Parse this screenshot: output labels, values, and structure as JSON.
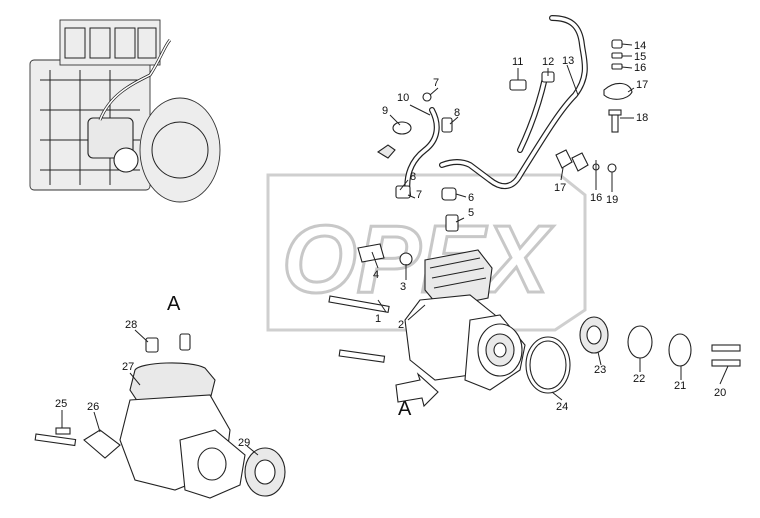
{
  "watermark": "OPEX",
  "view_label_top": "A",
  "view_label_bottom": "A",
  "callouts": [
    "1",
    "2",
    "3",
    "4",
    "5",
    "6",
    "7",
    "7",
    "8",
    "8",
    "9",
    "10",
    "11",
    "12",
    "13",
    "14",
    "15",
    "16",
    "16",
    "17",
    "17",
    "18",
    "19",
    "20",
    "21",
    "22",
    "23",
    "24",
    "25",
    "26",
    "27",
    "28",
    "29"
  ],
  "colors": {
    "line": "#222222",
    "watermark": "#c8c8c8",
    "shade": "#e9e9e9"
  }
}
